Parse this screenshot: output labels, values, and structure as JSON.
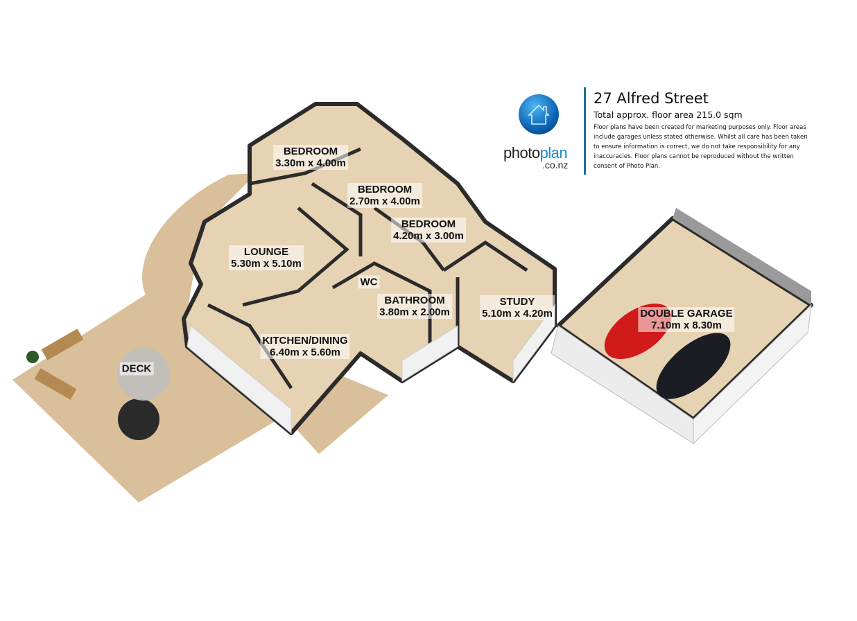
{
  "header": {
    "address": "27 Alfred Street",
    "floor_area": "Total approx. floor area 215.0 sqm",
    "disclaimer": "Floor plans have been created for marketing purposes only. Floor areas include garages unless stated otherwise. Whilst all care has been taken to ensure information is correct, we do not take responsibility for any inaccuracies. Floor plans cannot be reproduced without the written consent of Photo Plan."
  },
  "logo": {
    "name_part1": "photo",
    "name_part2": "plan",
    "domain": ".co.nz",
    "icon": "house-icon"
  },
  "rooms": [
    {
      "name": "BEDROOM",
      "size": "3.30m x 4.00m"
    },
    {
      "name": "BEDROOM",
      "size": "2.70m x 4.00m"
    },
    {
      "name": "BEDROOM",
      "size": "4.20m x 3.00m"
    },
    {
      "name": "LOUNGE",
      "size": "5.30m x 5.10m"
    },
    {
      "name": "WC",
      "size": ""
    },
    {
      "name": "BATHROOM",
      "size": "3.80m x 2.00m"
    },
    {
      "name": "STUDY",
      "size": "5.10m x 4.20m"
    },
    {
      "name": "DOUBLE GARAGE",
      "size": "7.10m x 8.30m"
    },
    {
      "name": "KITCHEN/DINING",
      "size": "6.40m x 5.60m"
    },
    {
      "name": "DECK",
      "size": ""
    }
  ],
  "colors": {
    "deck": "#d9c09a",
    "floor": "#e6d3b3",
    "wall_top": "#2b2b2b",
    "wall_face": "#f1f1f1",
    "accent": "#1c6f95"
  }
}
